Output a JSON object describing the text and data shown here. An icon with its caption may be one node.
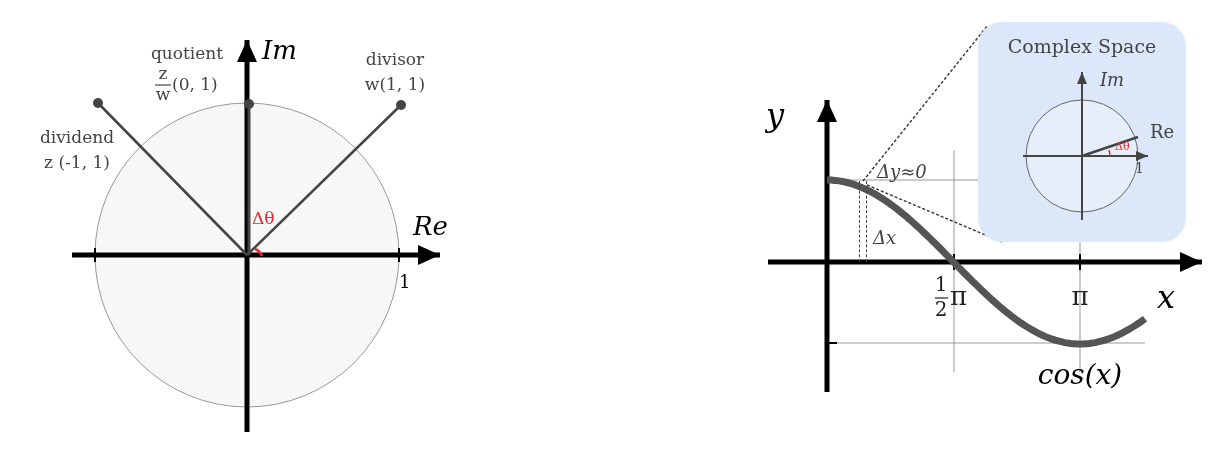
{
  "diagram": {
    "nodes": [
      {
        "text": [],
        "shape": "bar"
      },
      {
        "text": [
          "Complex Space",
          "Im",
          "Re",
          "Δθ",
          "1"
        ]
      }
    ],
    "edges": [
      {
        "from": 0,
        "to": 1,
        "arrow": "none",
        "style": "dashed"
      },
      {
        "from": 0,
        "to": 1,
        "arrow": "none",
        "style": "dashed"
      }
    ],
    "labels": [
      "quotient",
      "z",
      "w",
      "(0, 1)",
      "Im",
      "divisor",
      "w(1, 1)",
      "dividend",
      "z (-1, 1)",
      "Δθ",
      "Re",
      "1",
      "y",
      "Δy≈0",
      "Δx",
      "1",
      "2",
      "π",
      "π",
      "x",
      "cos(x)"
    ]
  }
}
